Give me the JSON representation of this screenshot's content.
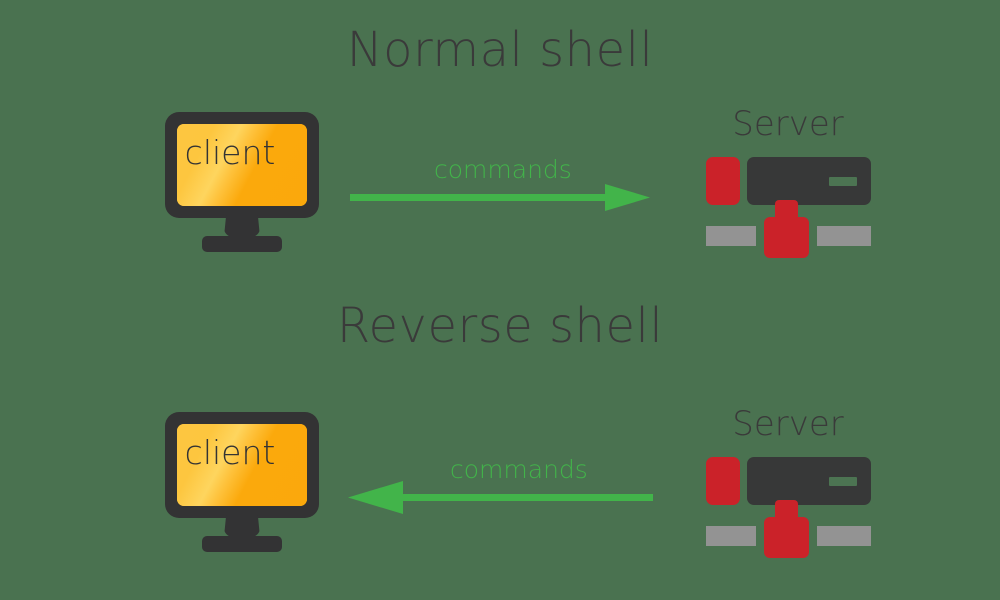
{
  "background_color": "#4a7250",
  "palette": {
    "title_text": "#3a3a3a",
    "arrow_green": "#42b44a",
    "client_orange": "#fba90c",
    "client_orange_light": "#fed55e",
    "dark_charcoal": "#333334",
    "server_red": "#cb2229",
    "server_gray": "#939393"
  },
  "sections": [
    {
      "id": "normal-shell",
      "title": "Normal shell",
      "client": {
        "label": "client"
      },
      "server": {
        "label": "Server"
      },
      "flow": {
        "label": "commands",
        "direction": "client-to-server",
        "arrow_points": "right"
      }
    },
    {
      "id": "reverse-shell",
      "title": "Reverse shell",
      "client": {
        "label": "client"
      },
      "server": {
        "label": "Server"
      },
      "flow": {
        "label": "commands",
        "direction": "server-to-client",
        "arrow_points": "left"
      }
    }
  ]
}
